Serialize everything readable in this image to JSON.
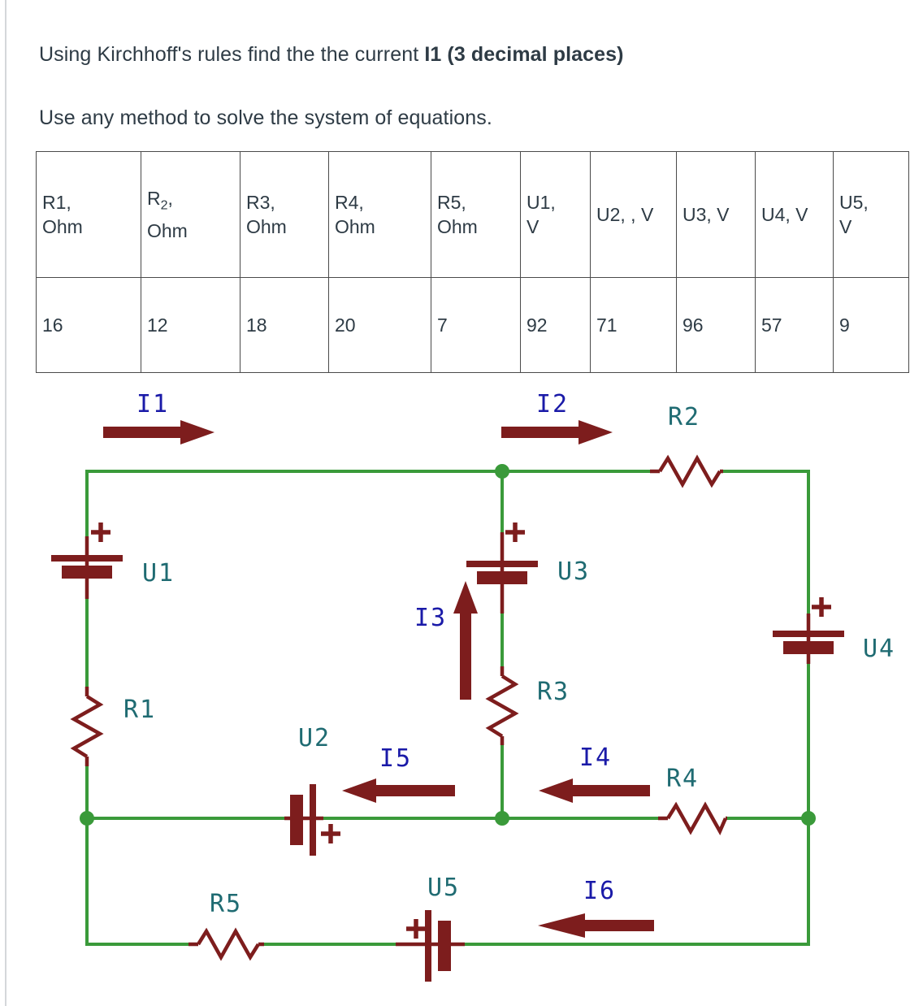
{
  "prompt": {
    "line1_a": "Using Kirchhoff's rules find the the current ",
    "line1_b": "I1 (3 decimal places)",
    "line2": "Use any method to solve the system of equations."
  },
  "table": {
    "headers": [
      {
        "main": "R1,",
        "unit": "Ohm",
        "two_line": true
      },
      {
        "main": "R",
        "sub": "2",
        "after": ",",
        "unit": "Ohm",
        "two_line": true
      },
      {
        "main": "R3,",
        "unit": "Ohm",
        "two_line": true
      },
      {
        "main": "R4,",
        "unit": "Ohm",
        "two_line": true
      },
      {
        "main": "R5,",
        "unit": "Ohm",
        "two_line": true
      },
      {
        "main": "U1,",
        "unit": "V",
        "two_line": true
      },
      {
        "main": "U2, , V",
        "two_line": false
      },
      {
        "main": "U3, V",
        "two_line": false
      },
      {
        "main": "U4, V",
        "two_line": false
      },
      {
        "main": "U5,",
        "unit": "V",
        "two_line": true
      }
    ],
    "values": [
      "16",
      "12",
      "18",
      "20",
      "7",
      "92",
      "71",
      "96",
      "57",
      "9"
    ]
  },
  "circuit": {
    "components": {
      "R1": "R1",
      "R2": "R2",
      "R3": "R3",
      "R4": "R4",
      "R5": "R5",
      "U1": "U1",
      "U2": "U2",
      "U3": "U3",
      "U4": "U4",
      "U5": "U5"
    },
    "currents": {
      "I1": "I1",
      "I2": "I2",
      "I3": "I3",
      "I4": "I4",
      "I5": "I5",
      "I6": "I6"
    },
    "polarity_marks": {
      "U1": "+",
      "U2": "+",
      "U3": "+",
      "U4": "+",
      "U5": "+"
    },
    "colors": {
      "wire": "#3a9a3a",
      "component": "#7d1d1d",
      "component_label": "#1f6b72",
      "current_label": "#1a1aa8"
    }
  }
}
